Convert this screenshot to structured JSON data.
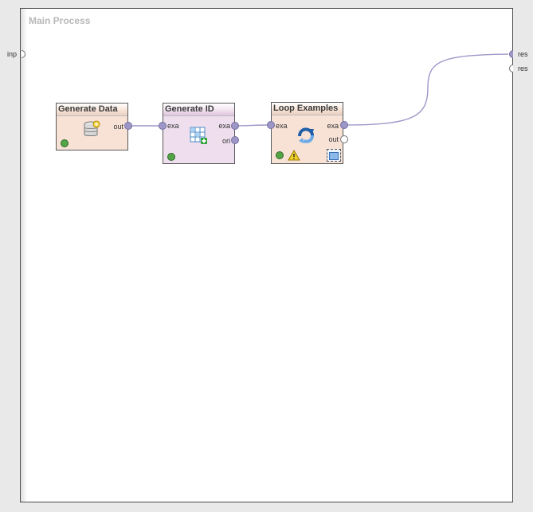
{
  "canvas": {
    "title": "Main Process"
  },
  "ports": {
    "left_input": "inp",
    "right_result_1": "res",
    "right_result_2": "res"
  },
  "operators": {
    "generate_data": {
      "title": "Generate Data",
      "out_label": "out"
    },
    "generate_id": {
      "title": "Generate ID",
      "in_label": "exa",
      "out_exa_label": "exa",
      "out_ori_label": "ori"
    },
    "loop_examples": {
      "title": "Loop Examples",
      "in_label": "exa",
      "out_exa_label": "exa",
      "out_label": "out"
    }
  },
  "colors": {
    "connection": "#9d97c8",
    "status_ok": "#52a445",
    "warning": "#f0d228"
  }
}
